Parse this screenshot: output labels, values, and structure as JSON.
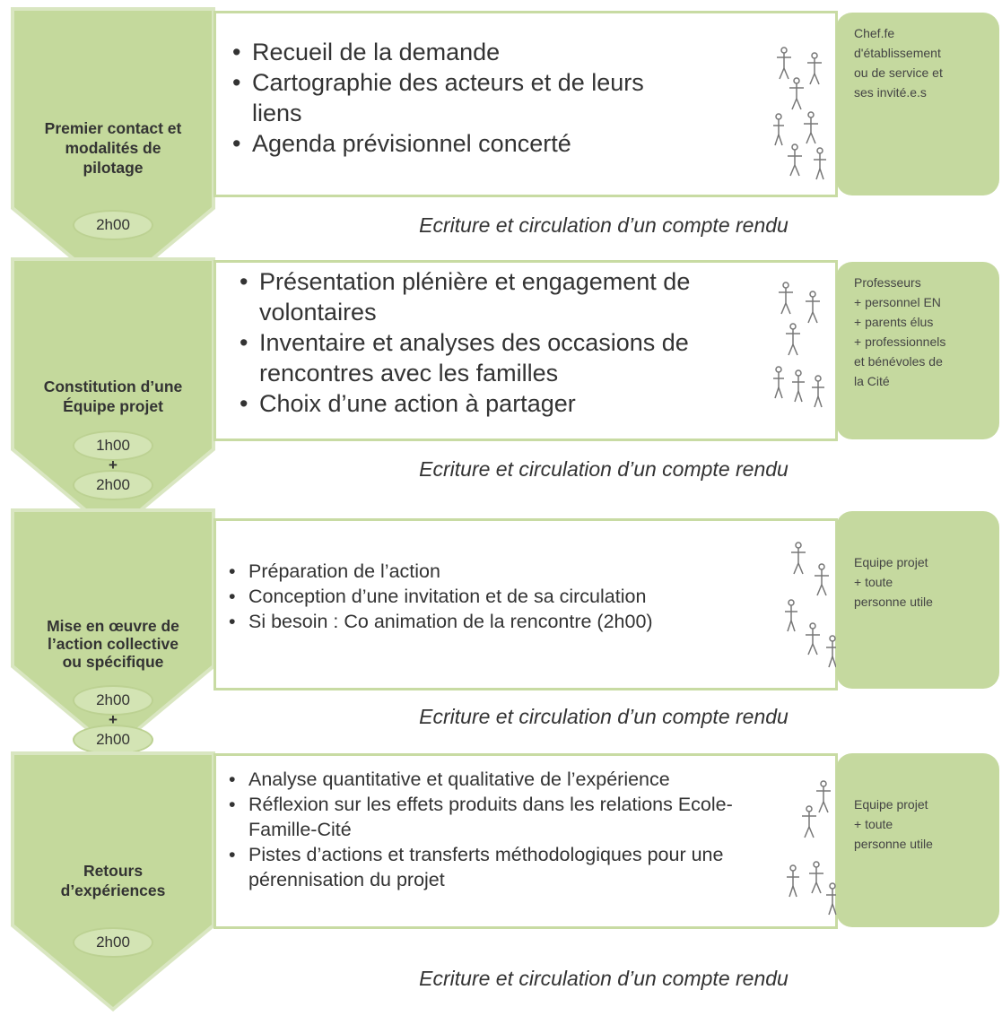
{
  "colors": {
    "chevron": "#c4d99c",
    "role_box": "#c5d99f",
    "box_border": "#c8dba3"
  },
  "steps": [
    {
      "title_lines": [
        "Premier contact et",
        "modalités de",
        "pilotage"
      ],
      "durations": [
        "2h00"
      ],
      "bullets": [
        "Recueil de la demande",
        "Cartographie des acteurs et de leurs liens",
        "Agenda prévisionnel concerté"
      ],
      "roles": [
        "Chef.fe",
        "d'établissement",
        "ou de service et",
        "ses invité.e.s"
      ],
      "report": "Ecriture et circulation d’un compte rendu"
    },
    {
      "title_lines": [
        "Constitution d’une",
        "Équipe projet"
      ],
      "durations": [
        "1h00",
        "2h00"
      ],
      "bullets": [
        "Présentation plénière et engagement de volontaires",
        "Inventaire et analyses des occasions de rencontres avec les familles",
        "Choix d’une action à partager"
      ],
      "roles": [
        "Professeurs",
        "+ personnel EN",
        "+ parents élus",
        "+ professionnels",
        "et bénévoles de",
        "la Cité"
      ],
      "report": "Ecriture et circulation d’un compte rendu"
    },
    {
      "title_lines": [
        "Mise en œuvre de",
        "l’action collective",
        "ou spécifique"
      ],
      "durations": [
        "2h00",
        "2h00"
      ],
      "bullets": [
        "Préparation de l’action",
        "Conception d’une invitation et de sa circulation",
        "Si besoin : Co animation de la rencontre (2h00)"
      ],
      "roles": [
        "Equipe projet",
        "+ toute",
        "personne utile"
      ],
      "report": "Ecriture et circulation d’un compte rendu"
    },
    {
      "title_lines": [
        "Retours",
        "d’expériences"
      ],
      "durations": [
        "2h00"
      ],
      "bullets": [
        "Analyse quantitative et qualitative de l’expérience",
        "Réflexion sur les effets produits dans les relations Ecole-Famille-Cité",
        "Pistes d’actions et transferts méthodologiques pour une pérennisation du projet"
      ],
      "roles": [
        "Equipe projet",
        "+ toute",
        "personne utile"
      ],
      "report": "Ecriture et circulation d’un compte rendu"
    }
  ],
  "plus_sign": "+",
  "icons": {
    "people": "people-group-icon"
  }
}
